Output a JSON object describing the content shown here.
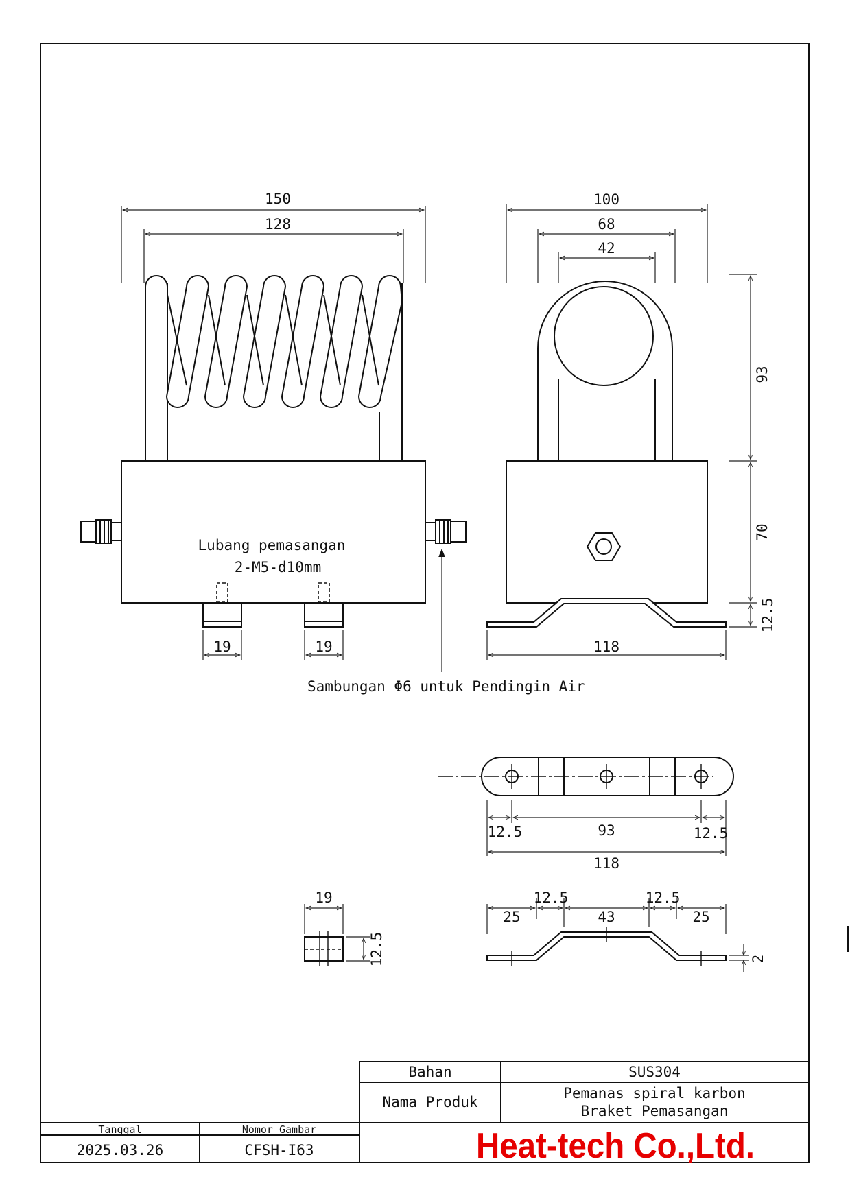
{
  "front_view": {
    "dims": {
      "overall_width": "150",
      "coil_width": "128",
      "bracket_width_left": "19",
      "bracket_width_right": "19"
    },
    "mounting_hole_label": "Lubang pemasangan",
    "mounting_hole_spec": "2-M5-d10mm",
    "water_connection_label": "Sambungan Φ6 untuk Pendingin Air"
  },
  "side_view": {
    "dims": {
      "outer_width": "100",
      "middle_width": "68",
      "inner_width": "42",
      "coil_height": "93",
      "box_height": "70",
      "bracket_height": "12.5",
      "bracket_length": "118"
    }
  },
  "bracket_plan": {
    "dims": {
      "edge_left": "12.5",
      "hole_pitch": "93",
      "edge_right": "12.5",
      "overall": "118"
    }
  },
  "bracket_end": {
    "dims": {
      "width": "19",
      "height": "12.5"
    }
  },
  "bracket_profile": {
    "dims": {
      "flat_left": "25",
      "slope_left": "12.5",
      "top": "43",
      "slope_right": "12.5",
      "flat_right": "25",
      "thickness": "2"
    }
  },
  "title_block": {
    "material_label": "Bahan",
    "material_value": "SUS304",
    "product_label": "Nama Produk",
    "product_line1": "Pemanas spiral karbon",
    "product_line2": "Braket Pemasangan",
    "date_label": "Tanggal",
    "date_value": "2025.03.26",
    "drawing_no_label": "Nomor Gambar",
    "drawing_no_value": "CFSH-I63",
    "company_logo": "Heat-tech Co.,Ltd.",
    "logo_color": "#e60000"
  }
}
